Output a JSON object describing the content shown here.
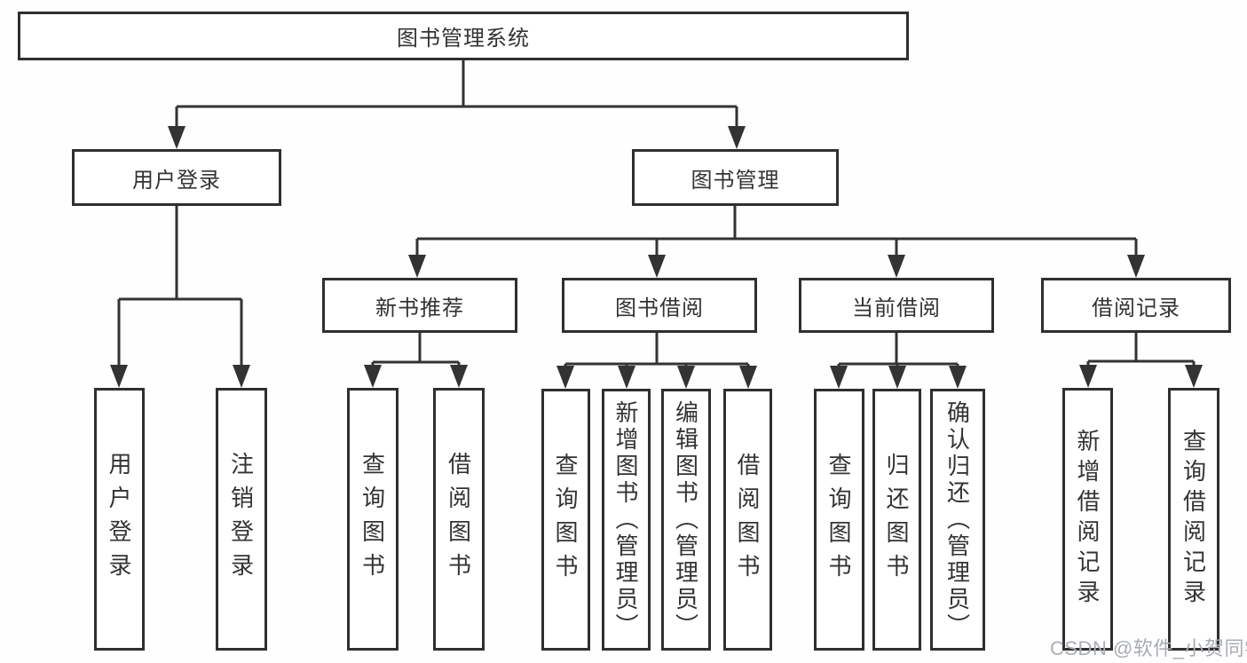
{
  "diagram": {
    "root": {
      "label": "图书管理系统"
    },
    "branches": [
      {
        "label": "用户登录",
        "children": [
          {
            "label": "用户登录"
          },
          {
            "label": "注销登录"
          }
        ]
      },
      {
        "label": "图书管理",
        "children": [
          {
            "label": "新书推荐",
            "children": [
              {
                "label": "查询图书"
              },
              {
                "label": "借阅图书"
              }
            ]
          },
          {
            "label": "图书借阅",
            "children": [
              {
                "label": "查询图书"
              },
              {
                "label": "新增图书（管理员）"
              },
              {
                "label": "编辑图书（管理员）"
              },
              {
                "label": "借阅图书"
              }
            ]
          },
          {
            "label": "当前借阅",
            "children": [
              {
                "label": "查询图书"
              },
              {
                "label": "归还图书"
              },
              {
                "label": "确认归还（管理员）"
              }
            ]
          },
          {
            "label": "借阅记录",
            "children": [
              {
                "label": "新增借阅记录"
              },
              {
                "label": "查询借阅记录"
              }
            ]
          }
        ]
      }
    ]
  },
  "watermark": {
    "text": "CSDN @软件_小贺同学"
  },
  "colors": {
    "line": "#333333",
    "box_border": "#2f2f2f",
    "text": "#333333",
    "watermark": "#a9adb2",
    "background": "#fefefe"
  }
}
